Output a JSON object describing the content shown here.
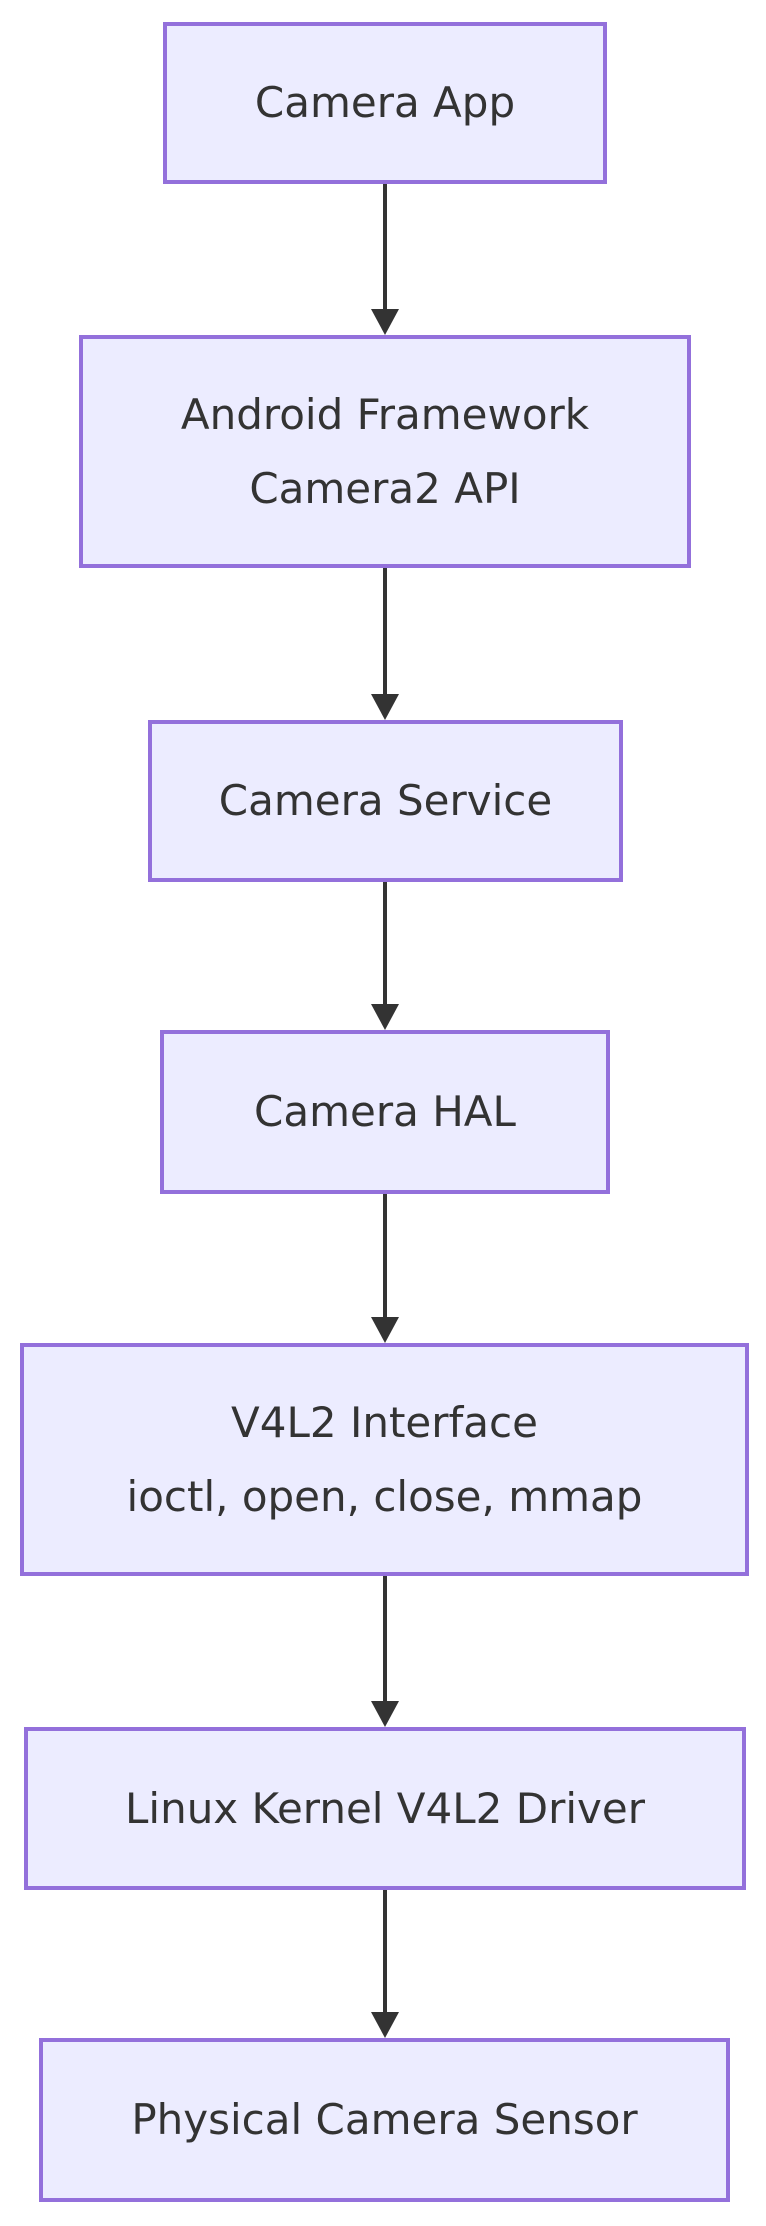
{
  "diagram": {
    "type": "flowchart",
    "direction": "top-down",
    "colors": {
      "background": "#FFFFFF",
      "node_fill": "#ECECFF",
      "node_border": "#9370DB",
      "text": "#333333",
      "arrow": "#333333"
    },
    "nodes": [
      {
        "id": "camera-app",
        "lines": [
          "Camera App"
        ]
      },
      {
        "id": "android-framework-camera2-api",
        "lines": [
          "Android Framework",
          "Camera2 API"
        ]
      },
      {
        "id": "camera-service",
        "lines": [
          "Camera Service"
        ]
      },
      {
        "id": "camera-hal",
        "lines": [
          "Camera HAL"
        ]
      },
      {
        "id": "v4l2-interface",
        "lines": [
          "V4L2 Interface",
          "ioctl, open, close, mmap"
        ]
      },
      {
        "id": "linux-kernel-v4l2-driver",
        "lines": [
          "Linux Kernel V4L2 Driver"
        ]
      },
      {
        "id": "physical-camera-sensor",
        "lines": [
          "Physical Camera Sensor"
        ]
      }
    ],
    "edges": [
      {
        "from": "camera-app",
        "to": "android-framework-camera2-api",
        "arrowhead": "filled-triangle-down"
      },
      {
        "from": "android-framework-camera2-api",
        "to": "camera-service",
        "arrowhead": "filled-triangle-down"
      },
      {
        "from": "camera-service",
        "to": "camera-hal",
        "arrowhead": "filled-triangle-down"
      },
      {
        "from": "camera-hal",
        "to": "v4l2-interface",
        "arrowhead": "filled-triangle-down"
      },
      {
        "from": "v4l2-interface",
        "to": "linux-kernel-v4l2-driver",
        "arrowhead": "filled-triangle-down"
      },
      {
        "from": "linux-kernel-v4l2-driver",
        "to": "physical-camera-sensor",
        "arrowhead": "filled-triangle-down"
      }
    ]
  }
}
